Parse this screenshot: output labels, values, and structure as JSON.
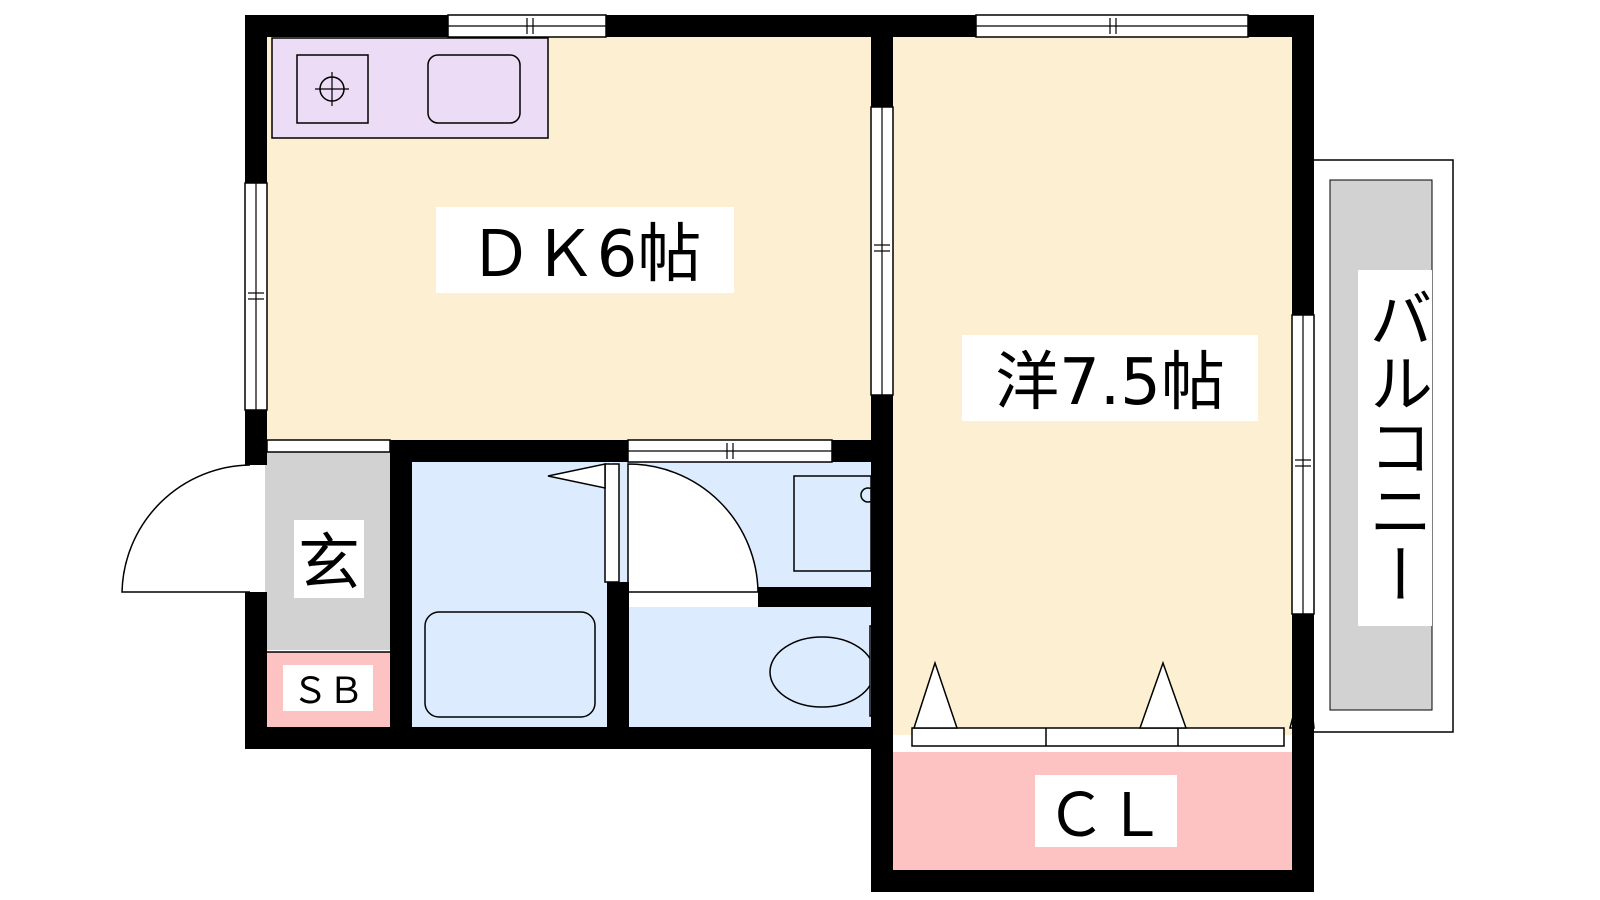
{
  "rooms": {
    "dk": {
      "label": "ＤＫ6帖",
      "color": "#fdf0d2"
    },
    "western": {
      "label": "洋7.5帖",
      "color": "#fdf0d2"
    },
    "entrance": {
      "label": "玄",
      "color": "#d2d2d2"
    },
    "shoe_box": {
      "label": "ＳＢ",
      "color": "#fdc3c3"
    },
    "closet": {
      "label": "ＣＬ",
      "color": "#fdc3c3"
    },
    "balcony": {
      "label": "バルコニー",
      "color": "#d2d2d2"
    },
    "bath": {
      "color": "#dcebfd"
    },
    "washroom": {
      "color": "#dcebfd"
    },
    "toilet": {
      "color": "#dcebfd"
    },
    "kitchen": {
      "color": "#ecdcf5"
    }
  },
  "colors": {
    "wall": "#000000",
    "label_bg": "#ffffff"
  },
  "icons": [
    "stove-icon",
    "sink-icon",
    "bathtub-icon",
    "washbasin-icon",
    "toilet-icon",
    "door-swing-icon",
    "window-icon"
  ]
}
